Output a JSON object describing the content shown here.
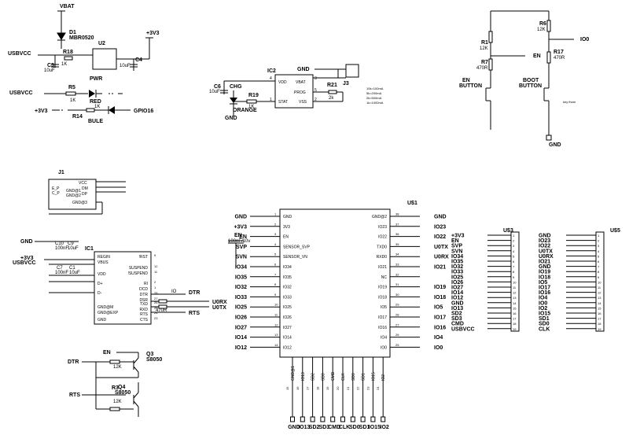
{
  "power": {
    "vbat": "VBAT",
    "usbvcc": "USBVCC",
    "v3": "+3V3",
    "gnd": "GND"
  },
  "top_left": {
    "d1_ref": "D1",
    "d1_val": "MBR0520",
    "u2_ref": "U2",
    "r18_ref": "R18",
    "r18_val": "1K",
    "c3_ref": "C3",
    "c3_val": "10uF",
    "c4_ref": "C4",
    "c4_val": "10uF",
    "r5_ref": "R5",
    "r5_val": "1K",
    "pwr": "PWR",
    "red_val": "1K",
    "red": "RED",
    "r14_ref": "R14",
    "bule": "BULE",
    "gpio16": "GPIO16"
  },
  "charger": {
    "ic2_ref": "IC2",
    "c6_ref": "C6",
    "c6_val": "10uF",
    "chg": "CHG",
    "orange": "ORANGE",
    "r19_ref": "R19",
    "r19_val": "1K",
    "r21_ref": "R21",
    "r21_val": "2k",
    "j3_ref": "J3",
    "pins": [
      "VDD",
      "VBAT",
      "PROG",
      "STAT",
      "VSS"
    ],
    "pin_nums": [
      "4",
      "3",
      "5",
      "1",
      "2"
    ],
    "notes": [
      "10k=100mA",
      "5k=200mA",
      "2k=500mA",
      "1k=1000mA"
    ]
  },
  "buttons": {
    "r6_ref": "R6",
    "r6_val": "12K",
    "r1_ref": "R1",
    "r1_val": "12K",
    "r7_ref": "R7",
    "r7_val": "470R",
    "r17_ref": "R17",
    "r17_val": "470R",
    "en": "EN",
    "io0": "IO0",
    "en_button": [
      "EN",
      "BUTTON"
    ],
    "boot_button": [
      "BOOT",
      "BUTTON"
    ],
    "note": "key fhom"
  },
  "j1": {
    "ref": "J1",
    "pins": [
      "VCC",
      "DM",
      "DP",
      "GND@1",
      "GND@2",
      "GND@3"
    ],
    "left": [
      "E_P",
      "C_P"
    ]
  },
  "ic1": {
    "ref": "IC1",
    "c10_ref": "C10",
    "c10_val": "100nF",
    "c9_ref": "C9",
    "c9_val": "10uF",
    "c7_ref": "C7",
    "c7_val": "100nF",
    "c1_ref": "C1",
    "c1_val": "10uF",
    "left_pins": [
      "REGIN",
      "VBUS",
      "VDD",
      "D+",
      "D-",
      "GND@M",
      "GND@EXP",
      "GND"
    ],
    "right_pins": [
      "!RST",
      "SUSPEND",
      "!SUSPEND",
      "RI",
      "DCD",
      "DTR",
      "DSR",
      "TXD",
      "RXD",
      "RTS",
      "CTS"
    ],
    "right_nums": [
      "9",
      "12",
      "11",
      "2",
      "1",
      "28",
      "27",
      "26",
      "25",
      "24",
      "23"
    ],
    "r_val": "470R",
    "u0rx": "U0RX",
    "u0tx": "U0TX",
    "dtr": "DTR",
    "rts": "RTS",
    "io": "IO"
  },
  "transistors": {
    "en": "EN",
    "dtr": "DTR",
    "rts": "RTS",
    "q3_ref": "Q3",
    "q3_val": "S8050",
    "q4_ref": "Q4",
    "q4_val": "S8050",
    "r_ref": "R3",
    "r_val": "12K",
    "r2_val": "12K"
  },
  "u1": {
    "ref": "U$1",
    "left_pins": [
      "GND",
      "3V3",
      "EN",
      "SENSOR_SVP",
      "SENSOR_VN",
      "IO34",
      "IO35",
      "IO32",
      "IO33",
      "IO25",
      "IO26",
      "IO27",
      "IO14",
      "IO12"
    ],
    "left_nums": [
      "1",
      "2",
      "3",
      "4",
      "5",
      "6",
      "7",
      "8",
      "9",
      "10",
      "11",
      "12",
      "13",
      "14"
    ],
    "left_nets": [
      "GND",
      "+3V3",
      "EN",
      "SVP",
      "SVN",
      "IO34",
      "IO35",
      "IO32",
      "IO33",
      "IO25",
      "IO26",
      "IO27",
      "IO14",
      "IO12"
    ],
    "right_pins": [
      "GND@2",
      "IO23",
      "IO22",
      "TXD0",
      "RXD0",
      "IO21",
      "NC",
      "IO19",
      "IO18",
      "IO5",
      "IO17",
      "IO16",
      "IO4",
      "IO0"
    ],
    "right_nums": [
      "38",
      "37",
      "36",
      "35",
      "34",
      "33",
      "32",
      "31",
      "30",
      "29",
      "28",
      "27",
      "26",
      "25"
    ],
    "right_nets": [
      "GND",
      "IO23",
      "IO22",
      "U0TX",
      "U0RX",
      "IO21",
      "",
      "IO19",
      "IO18",
      "IO5",
      "IO17",
      "IO16",
      "IO4",
      "IO0"
    ],
    "bottom_pins": [
      "GND@1",
      "IO13",
      "SD2",
      "SD3",
      "CMD",
      "CLK",
      "SD0",
      "SD1",
      "IO15",
      "IO2"
    ],
    "bottom_nums": [
      "15",
      "16",
      "17",
      "18",
      "19",
      "20",
      "21",
      "22",
      "23",
      "24"
    ],
    "bottom_nets": [
      "GND",
      "IO13",
      "SD2",
      "SD3",
      "CMD",
      "CLK",
      "SD0",
      "SD1",
      "IO15",
      "IO2"
    ],
    "en_cap": "EN",
    "cap_val": "100nF/10v"
  },
  "u3": {
    "ref": "U$3",
    "nets": [
      "+3V3",
      "EN",
      "SVP",
      "SVN",
      "IO34",
      "IO35",
      "IO32",
      "IO33",
      "IO25",
      "IO26",
      "IO27",
      "IO14",
      "IO12",
      "GND",
      "IO13",
      "SD2",
      "SD3",
      "CMD",
      "USBVCC"
    ],
    "nums": [
      "1",
      "2",
      "3",
      "4",
      "5",
      "6",
      "7",
      "8",
      "9",
      "10",
      "11",
      "12",
      "13",
      "14",
      "15",
      "16",
      "17",
      "18",
      "19"
    ]
  },
  "u5": {
    "ref": "U$5",
    "nets": [
      "GND",
      "IO23",
      "IO22",
      "U0TX",
      "U0RX",
      "IO21",
      "GND",
      "IO19",
      "IO18",
      "IO5",
      "IO17",
      "IO16",
      "IO4",
      "IO0",
      "IO2",
      "IO15",
      "SD1",
      "SD0",
      "CLK"
    ],
    "nums": [
      "1",
      "2",
      "3",
      "4",
      "5",
      "6",
      "7",
      "8",
      "9",
      "10",
      "11",
      "12",
      "13",
      "14",
      "15",
      "16",
      "17",
      "18",
      "19"
    ]
  }
}
